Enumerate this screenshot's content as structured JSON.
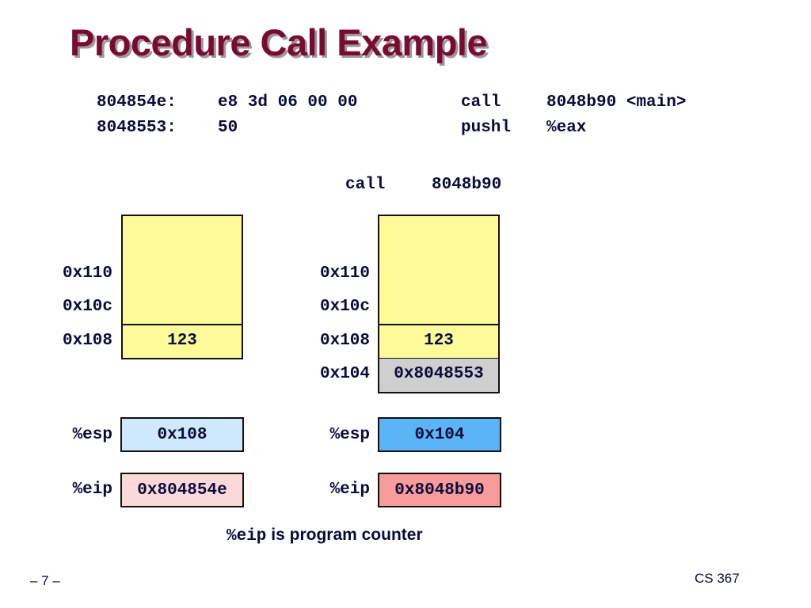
{
  "title": "Procedure Call Example",
  "code": {
    "lines": [
      {
        "addr": "804854e:",
        "bytes": "e8 3d 06 00 00",
        "op": "call",
        "args": "8048b90 <main>"
      },
      {
        "addr": "8048553:",
        "bytes": "50",
        "op": "pushl",
        "args": "%eax"
      }
    ]
  },
  "instruction_caption": {
    "op": "call",
    "arg": "8048b90"
  },
  "before": {
    "stack_labels": [
      "0x110",
      "0x10c",
      "0x108"
    ],
    "stack_top_value": "123",
    "esp_label": "%esp",
    "esp_value": "0x108",
    "eip_label": "%eip",
    "eip_value": "0x804854e"
  },
  "after": {
    "stack_labels": [
      "0x110",
      "0x10c",
      "0x108",
      "0x104"
    ],
    "stack_value_108": "123",
    "stack_value_104": "0x8048553",
    "esp_label": "%esp",
    "esp_value": "0x104",
    "eip_label": "%eip",
    "eip_value": "0x8048b90"
  },
  "note": {
    "code": "%eip",
    "text": "is program counter"
  },
  "footer": {
    "page": "– 7 –",
    "course": "CS 367"
  },
  "colors": {
    "title": "#7a0a2e",
    "stack_fill": "#fdfa9a",
    "return_addr_fill": "#cfcfcf",
    "esp_before_fill": "#cfe8fb",
    "esp_after_fill": "#5ab4f5",
    "eip_before_fill": "#fcd9d9",
    "eip_after_fill": "#f79b9b"
  }
}
